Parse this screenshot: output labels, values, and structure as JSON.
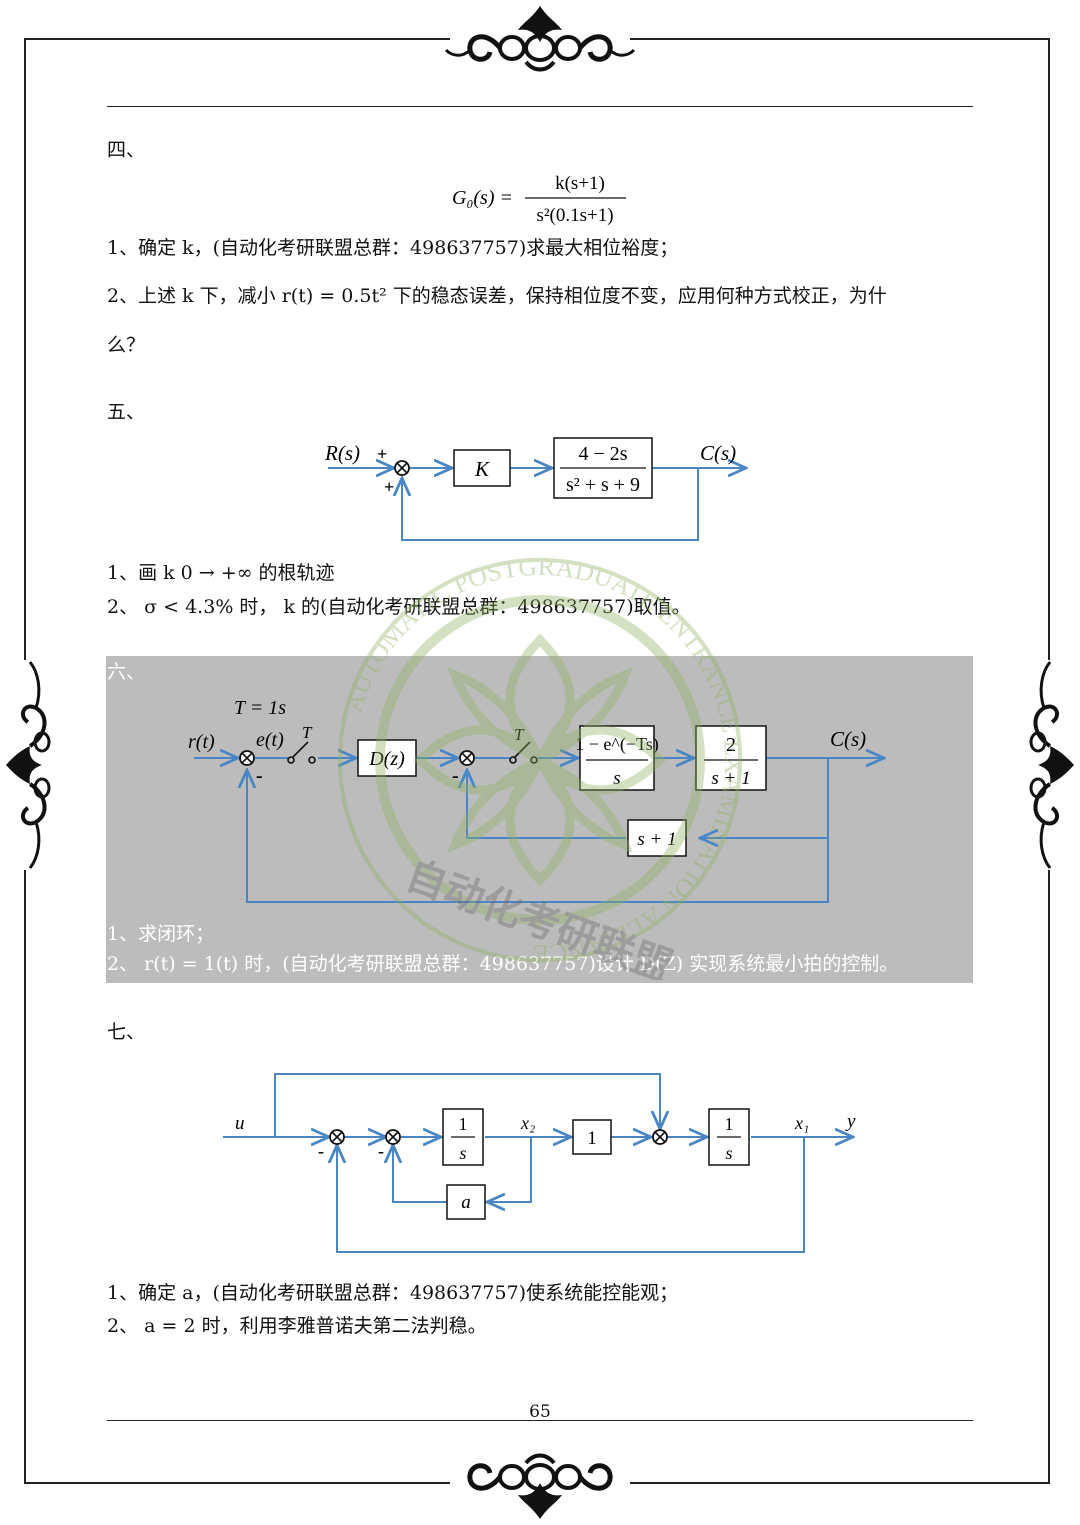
{
  "page": {
    "number": "65",
    "watermark": {
      "ring_text": "AUTOMATIC POSTGRADUATE ENTRANCE EXAMINATION ALLIANCE",
      "center_text": "自动化考研联盟"
    }
  },
  "sections": {
    "s4": {
      "heading": "四、",
      "formula_lhs": "G₀(s) =",
      "formula_num": "k(s+1)",
      "formula_den": "s²(0.1s+1)",
      "q1": "1、确定 k，(自动化考研联盟总群：498637757)求最大相位裕度；",
      "q2_line1": "2、上述 k 下，减小 r(t) = 0.5t² 下的稳态误差，保持相位度不变，应用何种方式校正，为什",
      "q2_line2": "么？"
    },
    "s5": {
      "heading": "五、",
      "input": "R(s)",
      "output": "C(s)",
      "sign_top": "+",
      "sign_bottom": "+",
      "block_k": "K",
      "block_tf_num": "4 − 2s",
      "block_tf_den": "s² + s + 9",
      "q1": "1、画 k  0 → +∞ 的根轨迹",
      "q2": "2、 σ < 4.3% 时， k 的(自动化考研联盟总群：498637757)取值。"
    },
    "s6": {
      "heading": "六、",
      "period": "T = 1s",
      "input": "r(t)",
      "error": "e(t)",
      "switch1": "T",
      "switch2": "T",
      "sign1": "-",
      "sign2": "-",
      "block_dz": "D(z)",
      "block_zoh_num": "1 − e^(−Ts)",
      "block_zoh_den": "s",
      "block_plant_num": "2",
      "block_plant_den": "s + 1",
      "block_fb": "s + 1",
      "output": "C(s)",
      "q1": "1、求闭环；",
      "q2": "2、 r(t) = 1(t) 时，(自动化考研联盟总群：498637757)设计 D(Z) 实现系统最小拍的控制。"
    },
    "s7": {
      "heading": "七、",
      "input": "u",
      "x2": "x₂",
      "x1": "x₁",
      "y": "y",
      "sign1": "-",
      "sign2": "-",
      "block_int1_num": "1",
      "block_int1_den": "s",
      "block_gain": "1",
      "block_a": "a",
      "block_int2_num": "1",
      "block_int2_den": "s",
      "q1": "1、确定 a，(自动化考研联盟总群：498637757)使系统能控能观；",
      "q2": "2、 a = 2 时，利用李雅普诺夫第二法判稳。"
    }
  },
  "colors": {
    "line": "#4a86c5",
    "text": "#111111",
    "gray_panel": "#bcbcbc",
    "watermark": "#8fb060"
  }
}
